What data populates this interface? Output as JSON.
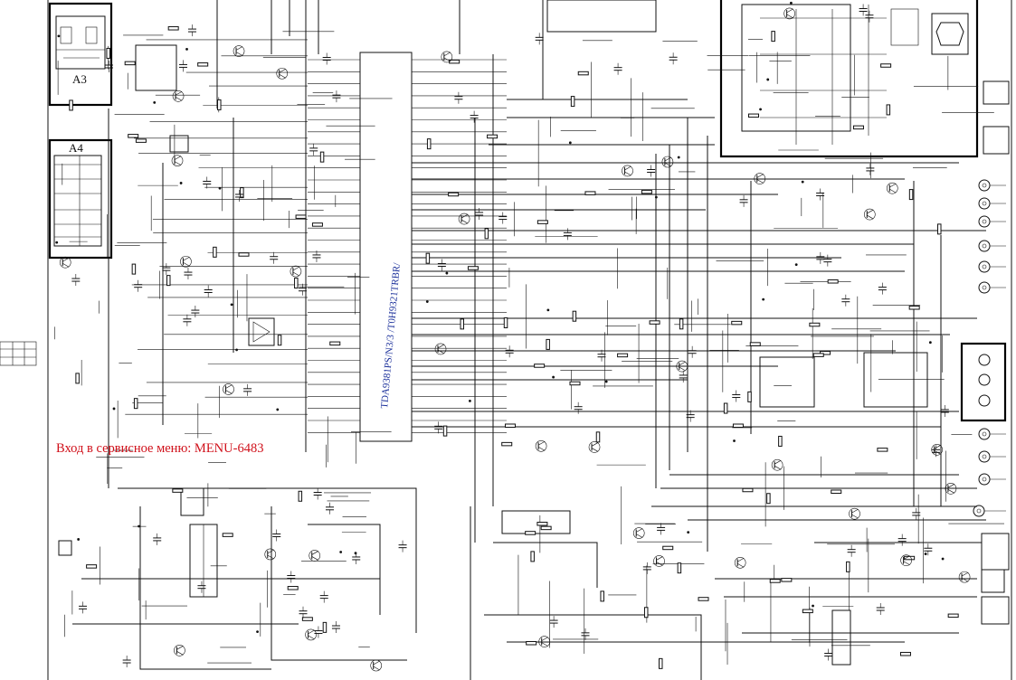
{
  "diagram": {
    "service_note": "Вход в сервисное меню: MENU-6483",
    "block_labels": {
      "a3": "A3",
      "a4": "A4"
    },
    "ic_handwritten_label": "TDA9381PS/N3/3 /T0H9321TRBR/"
  },
  "colors": {
    "ink": "#111111",
    "note_red": "#d0101a",
    "handwriting_blue": "#1a2f9a",
    "paper": "#ffffff"
  }
}
